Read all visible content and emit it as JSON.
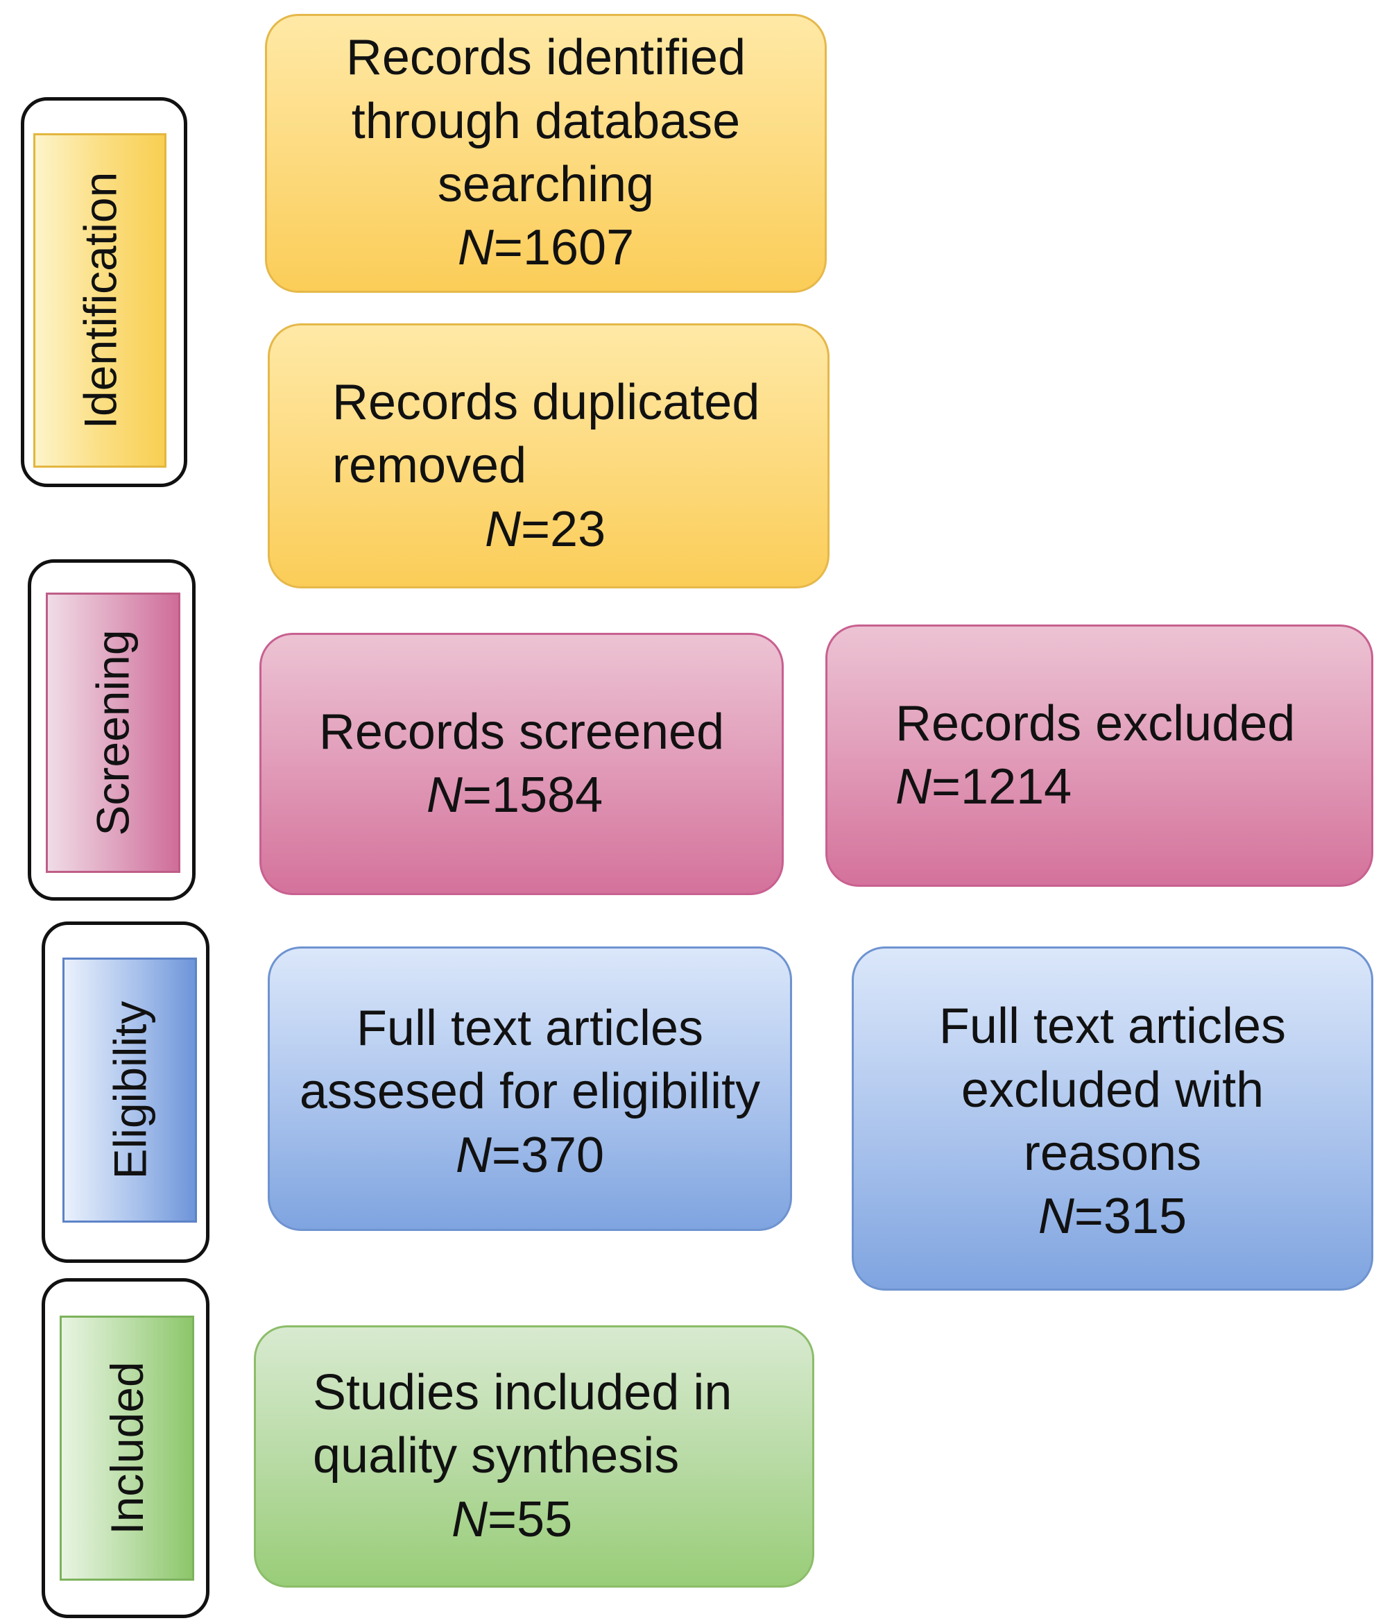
{
  "stages": {
    "identification": "Identification",
    "screening": "Screening",
    "eligibility": "Eligibility",
    "included": "Included"
  },
  "boxes": {
    "records_identified": {
      "lines": [
        "Records identified",
        "through database",
        "searching"
      ],
      "n_label": "N",
      "n_value": "=1607"
    },
    "records_duplicated": {
      "lines": [
        "Records duplicated",
        "removed"
      ],
      "n_label": "N",
      "n_value": "=23"
    },
    "records_screened": {
      "lines": [
        "Records screened"
      ],
      "n_label": "N",
      "n_value": "=1584"
    },
    "records_excluded": {
      "lines": [
        "Records excluded"
      ],
      "n_label": "N",
      "n_value": "=1214"
    },
    "full_text_assessed": {
      "lines": [
        "Full text articles",
        "assesed for eligibility"
      ],
      "n_label": "N",
      "n_value": "=370"
    },
    "full_text_excluded": {
      "lines": [
        "Full text articles",
        "excluded with",
        "reasons"
      ],
      "n_label": "N",
      "n_value": "=315"
    },
    "studies_included": {
      "lines": [
        "Studies included in",
        "quality synthesis"
      ],
      "n_label": "N",
      "n_value": "=55"
    }
  },
  "colors": {
    "identification": "#fbcd58",
    "screening": "#d4729b",
    "eligibility": "#7fa4e0",
    "included": "#99cd78"
  }
}
